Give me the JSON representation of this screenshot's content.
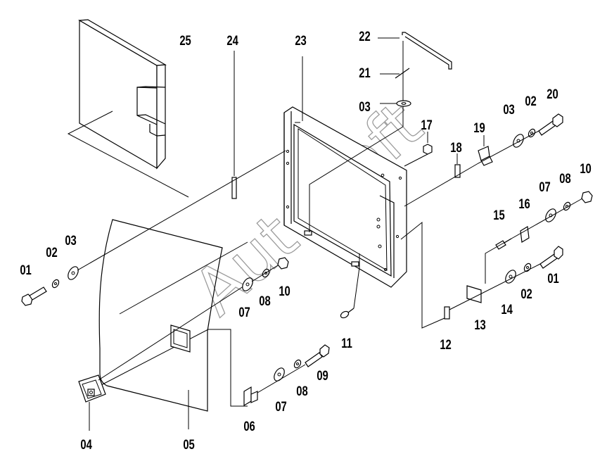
{
  "watermark": "AutoSoft",
  "labels": {
    "p01a": "01",
    "p01b": "01",
    "p02a": "02",
    "p02b": "02",
    "p02c": "02",
    "p03a": "03",
    "p03b": "03",
    "p03c": "03",
    "p04": "04",
    "p05": "05",
    "p06": "06",
    "p07a": "07",
    "p07b": "07",
    "p07c": "07",
    "p08a": "08",
    "p08b": "08",
    "p08c": "08",
    "p09": "09",
    "p10a": "10",
    "p10b": "10",
    "p11": "11",
    "p12": "12",
    "p13": "13",
    "p14": "14",
    "p15": "15",
    "p16": "16",
    "p17": "17",
    "p18": "18",
    "p19": "19",
    "p20": "20",
    "p21": "21",
    "p22": "22",
    "p23": "23",
    "p24": "24",
    "p25": "25"
  }
}
